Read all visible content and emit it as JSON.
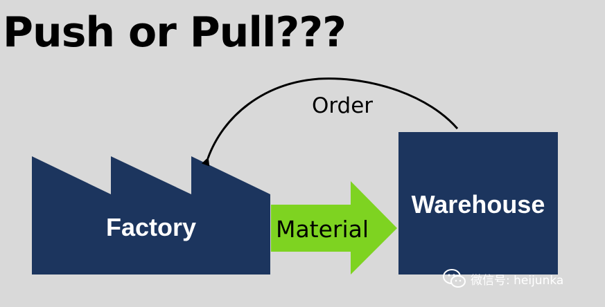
{
  "title": "Push or Pull???",
  "diagram": {
    "factory_label": "Factory",
    "warehouse_label": "Warehouse",
    "material_label": "Material",
    "order_label": "Order"
  },
  "colors": {
    "background": "#d9d9d9",
    "box_fill": "#1c355e",
    "material_arrow": "#7ed321",
    "label_text": "#ffffff",
    "curve": "#000000"
  },
  "watermark": {
    "text": "微信号: heijunka",
    "icon": "wechat-icon"
  }
}
